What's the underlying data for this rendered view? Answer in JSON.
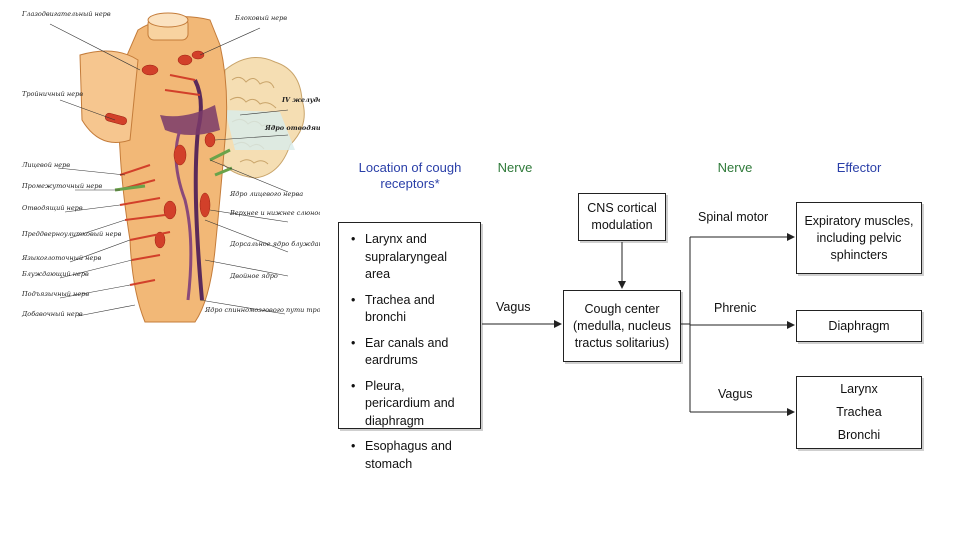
{
  "anatomy_labels": [
    "Глазодвигательный нерв",
    "Блоковый нерв",
    "Тройничный нерв",
    "IV желудочек",
    "Ядро отводящего нерва",
    "Лицевой нерв",
    "Промежуточный нерв",
    "Ядро лицевого нерва",
    "Отводящий нерв",
    "Верхнее и нижнее слюноотделительные ядра",
    "Преддверноулитковый нерв",
    "Дорсальное ядро блуждающего нерва",
    "Языкоглоточный нерв",
    "Блуждающий нерв",
    "Двойное ядро",
    "Подъязычный нерв",
    "Добавочный нерв",
    "Ядро спинномозгового пути тройничного нерва"
  ],
  "headers": {
    "receptors": "Location of cough receptors*",
    "nerve_left": "Nerve",
    "nerve_right": "Nerve",
    "effector": "Effector"
  },
  "receptor_list": [
    "Larynx and supralaryngeal area",
    "Trachea and bronchi",
    "Ear canals and eardrums",
    "Pleura, pericardium and diaphragm",
    "Esophagus and stomach"
  ],
  "cns_box": "CNS cortical modulation",
  "cough_center": "Cough center (medulla, nucleus tractus solitarius)",
  "vagus_afferent": "Vagus",
  "branches": {
    "spinal_motor": "Spinal motor",
    "phrenic": "Phrenic",
    "vagus": "Vagus"
  },
  "effectors": {
    "expiratory": "Expiratory muscles, including pelvic sphincters",
    "diaphragm": "Diaphragm",
    "airways": [
      "Larynx",
      "Trachea",
      "Bronchi"
    ]
  },
  "colors": {
    "header_blue": "#2a3fa8",
    "header_green": "#2f7a3a",
    "brainstem": "#f2b877",
    "nerve_red": "#d2402a",
    "ventricle_purple": "#5a2a5a",
    "cerebellum": "#f5deb3"
  }
}
